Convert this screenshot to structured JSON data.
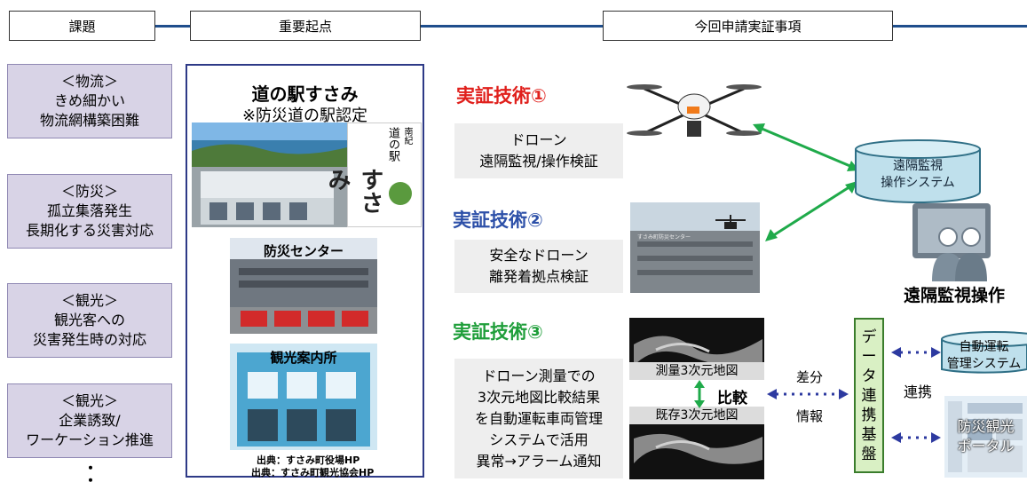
{
  "headers": {
    "issues": "課題",
    "hub": "重要起点",
    "demo": "今回申請実証事項"
  },
  "issues": [
    {
      "category": "＜物流＞",
      "lines": [
        "きめ細かい",
        "物流網構築困難"
      ]
    },
    {
      "category": "＜防災＞",
      "lines": [
        "孤立集落発生",
        "長期化する災害対応"
      ]
    },
    {
      "category": "＜観光＞",
      "lines": [
        "観光客への",
        "災害発生時の対応"
      ]
    },
    {
      "category": "＜観光＞",
      "lines": [
        "企業誘致/",
        "ワーケーション推進"
      ]
    }
  ],
  "issues_more": [
    "・",
    "・"
  ],
  "hub": {
    "title": "道の駅すさみ",
    "subtitle": "※防災道の駅認定",
    "logo_small": "南紀",
    "logo_vertical": "道の駅",
    "logo_big": "すさみ",
    "disaster_center": "防災センター",
    "tourist_office": "観光案内所",
    "building_sign": "すさみ町防災センター",
    "credit1": "出典：すさみ町役場HP",
    "credit2": "出典：すさみ町観光協会HP"
  },
  "techs": [
    {
      "title": "実証技術①",
      "color": "#e0201c",
      "lines": [
        "ドローン",
        "遠隔監視/操作検証"
      ]
    },
    {
      "title": "実証技術②",
      "color": "#2d50a8",
      "lines": [
        "安全なドローン",
        "離発着拠点検証"
      ]
    },
    {
      "title": "実証技術③",
      "color": "#1f9e3a",
      "lines": [
        "ドローン測量での",
        "3次元地図比較結果",
        "を自動運転車両管理",
        "システムで活用",
        "異常→アラーム通知"
      ]
    }
  ],
  "maps": {
    "survey": "測量3次元地図",
    "existing": "既存3次元地図",
    "compare": "比較",
    "diff": "差分",
    "info": "情報"
  },
  "system": {
    "remote_system_lines": [
      "遠隔監視",
      "操作システム"
    ],
    "remote_operation": "遠隔監視操作",
    "data_platform": [
      "デ",
      "ー",
      "タ",
      "連",
      "携",
      "基",
      "盤"
    ],
    "link": "連携",
    "autodrive_lines": [
      "自動運転",
      "管理システム"
    ],
    "portal_lines": [
      "防災観光",
      "ポータル"
    ]
  },
  "colors": {
    "issue_fill": "#d8d3e6",
    "header_line": "#1f4e8c",
    "green_arrow": "#1faa4a",
    "blue_arrow": "#2d3aa0",
    "platform_fill": "#d9f0c4",
    "cylinder_fill": "#bfe0ec"
  }
}
